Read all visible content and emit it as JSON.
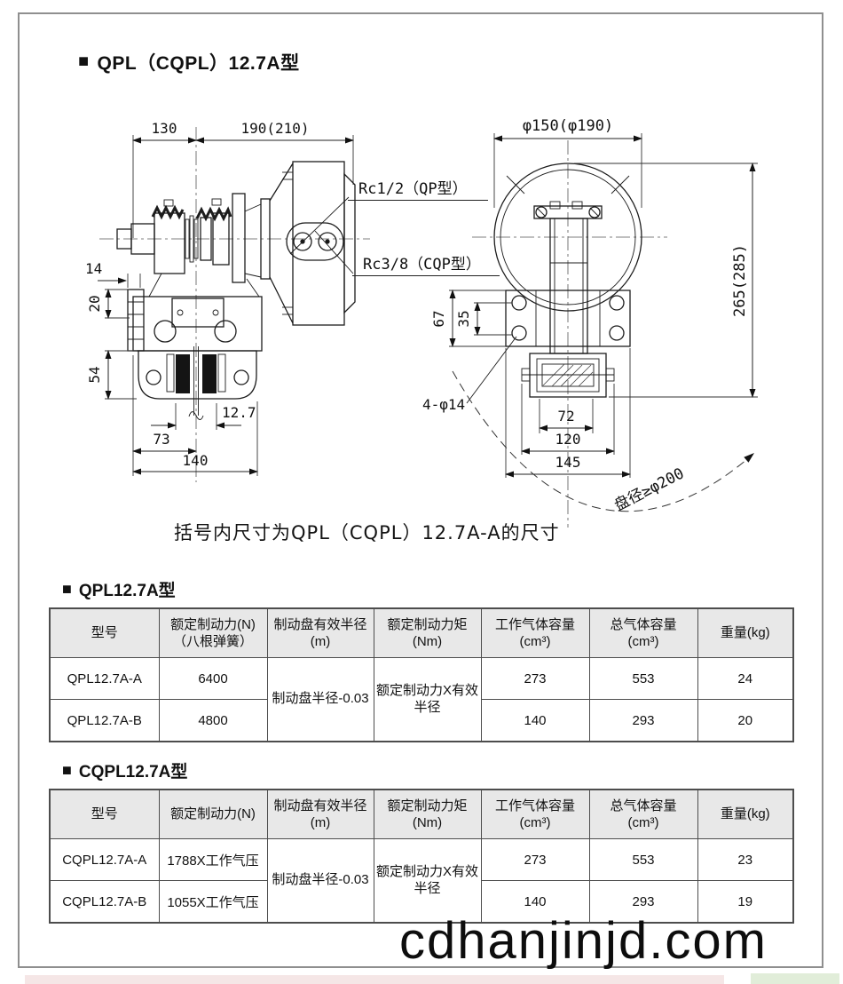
{
  "page": {
    "marker": "■",
    "title": "QPL（CQPL）12.7A型",
    "note": "括号内尺寸为QPL（CQPL）12.7A-A的尺寸",
    "watermark": "cdhanjinjd.com"
  },
  "colors": {
    "table_header_bg": "#e8e8e8",
    "frame_border": "#8f8f8f",
    "line_color": "#1c1c1c",
    "strip_pink": "#f2dede",
    "strip_green": "#dcead2"
  },
  "side_view": {
    "dim_width_left": "130",
    "dim_width_right": "190(210)",
    "dim_offset": "14",
    "dim_20": "20",
    "dim_54": "54",
    "dim_disc_thickness": "12.7",
    "dim_73": "73",
    "dim_140": "140",
    "label_rc12": "Rc1/2（QP型）",
    "label_rc38": "Rc3/8（CQP型）"
  },
  "front_view": {
    "dim_diameter": "φ150(φ190)",
    "dim_height": "265(285)",
    "dim_67": "67",
    "dim_35": "35",
    "dim_holes": "4-φ14",
    "dim_72": "72",
    "dim_120": "120",
    "dim_145": "145",
    "dim_disc_min": "盘径≥φ200"
  },
  "qpl_table": {
    "section_title": "QPL12.7A型",
    "headers": [
      {
        "line1": "型号",
        "line2": ""
      },
      {
        "line1": "额定制动力(N)",
        "line2": "（八根弹簧）"
      },
      {
        "line1": "制动盘有效半径",
        "line2": "(m)"
      },
      {
        "line1": "额定制动力矩",
        "line2": "(Nm)"
      },
      {
        "line1": "工作气体容量",
        "line2": "(cm³)"
      },
      {
        "line1": "总气体容量",
        "line2": "(cm³)"
      },
      {
        "line1": "重量(kg)",
        "line2": ""
      }
    ],
    "radius_merged": "制动盘半径-0.03",
    "torque_merged": "额定制动力X有效半径",
    "rows": [
      {
        "model": "QPL12.7A-A",
        "force": "6400",
        "work_vol": "273",
        "total_vol": "553",
        "weight": "24"
      },
      {
        "model": "QPL12.7A-B",
        "force": "4800",
        "work_vol": "140",
        "total_vol": "293",
        "weight": "20"
      }
    ]
  },
  "cqpl_table": {
    "section_title": "CQPL12.7A型",
    "headers": [
      {
        "line1": "型号",
        "line2": ""
      },
      {
        "line1": "额定制动力(N)",
        "line2": ""
      },
      {
        "line1": "制动盘有效半径",
        "line2": "(m)"
      },
      {
        "line1": "额定制动力矩",
        "line2": "(Nm)"
      },
      {
        "line1": "工作气体容量",
        "line2": "(cm³)"
      },
      {
        "line1": "总气体容量",
        "line2": "(cm³)"
      },
      {
        "line1": "重量(kg)",
        "line2": ""
      }
    ],
    "radius_merged": "制动盘半径-0.03",
    "torque_merged": "额定制动力X有效半径",
    "rows": [
      {
        "model": "CQPL12.7A-A",
        "force": "1788X工作气压",
        "work_vol": "273",
        "total_vol": "553",
        "weight": "23"
      },
      {
        "model": "CQPL12.7A-B",
        "force": "1055X工作气压",
        "work_vol": "140",
        "total_vol": "293",
        "weight": "19"
      }
    ]
  }
}
